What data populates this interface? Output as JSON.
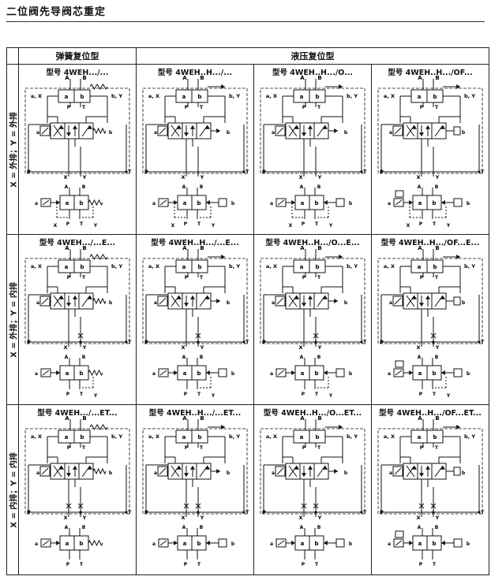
{
  "title": "二位阀先导阀芯重定",
  "headers": {
    "spring": "弹簧复位型",
    "hydraulic": "液压复位型"
  },
  "rows": [
    {
      "label": "X = 外排；Y = 外排",
      "models": [
        "型号 4WEH.../...",
        "型号 4WEH..H.../...",
        "型号 4WEH..H.../O...",
        "型号 4WEH..H.../OF..."
      ],
      "drain": "ext"
    },
    {
      "label": "X = 外排；Y = 内排",
      "models": [
        "型号 4WEH.../...E...",
        "型号 4WEH..H.../...E...",
        "型号 4WEH..H.../O...E...",
        "型号 4WEH..H.../OF...E..."
      ],
      "drain": "int"
    },
    {
      "label": "X = 内排；Y = 内排",
      "models": [
        "型号 4WEH.../...ET...",
        "型号 4WEH..H.../...ET...",
        "型号 4WEH..H.../O...ET...",
        "型号 4WEH..H.../OF...ET..."
      ],
      "drain": "both"
    }
  ],
  "ports": {
    "A": "A",
    "B": "B",
    "P": "P",
    "T": "T",
    "X": "X",
    "Y": "Y",
    "aX": "a, X",
    "bY": "b, Y",
    "a": "a",
    "b": "b"
  }
}
